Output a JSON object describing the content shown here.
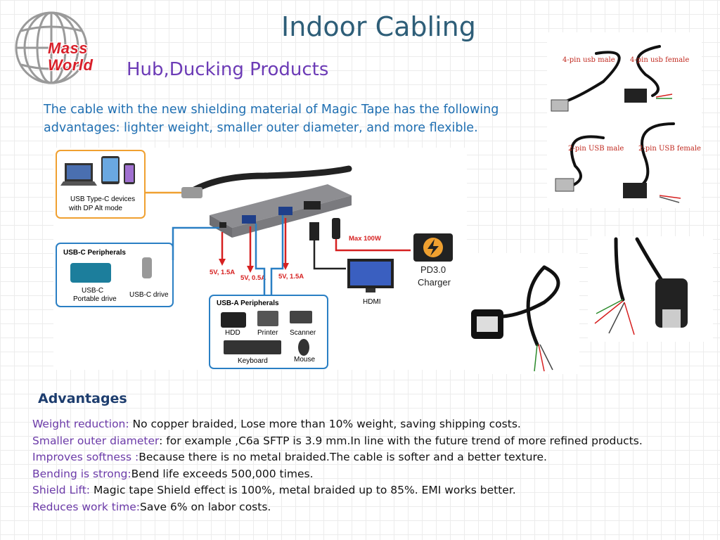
{
  "slide": {
    "title": "Indoor Cabling",
    "subtitle": "Hub,Ducking Products",
    "intro": "The cable with the new shielding material of Magic Tape has the following advantages: lighter weight, smaller outer diameter, and more flexible."
  },
  "logo": {
    "line1": "Mass",
    "line2": "World"
  },
  "diagram": {
    "usbc_devices": [
      "USB Type-C devices",
      "with DP Alt mode"
    ],
    "usbc_peripherals": "USB-C Peripherals",
    "usbc_portable": [
      "USB-C",
      "Portable drive"
    ],
    "usbc_drive": "USB-C drive",
    "usba_peripherals": "USB-A Peripherals",
    "hdd": "HDD",
    "printer": "Printer",
    "scanner": "Scanner",
    "keyboard": "Keyboard",
    "mouse": "Mouse",
    "hdmi": "HDMI",
    "charger": [
      "PD3.0",
      "Charger"
    ],
    "max_power": "Max 100W",
    "port1": "5V, 1.5A",
    "port2": "5V, 0.5A",
    "port3": "5V, 1.5A",
    "colors": {
      "orange": "#f0a030",
      "blue": "#2a7fc4",
      "red": "#d62020"
    }
  },
  "photos": {
    "pin4_male": "4-pin usb male",
    "pin4_female": "4-pin usb female",
    "pin2_male": "2-pin USB male",
    "pin2_female": "2-pin USB female"
  },
  "advantages": {
    "heading": "Advantages",
    "items": [
      {
        "key": "Weight reduction: ",
        "text": "No copper braided, Lose more than 10% weight, saving  shipping costs."
      },
      {
        "key": "Smaller outer diameter",
        "text": ": for example ,C6a SFTP is 3.9 mm.In line with the future trend of more refined products."
      },
      {
        "key": "Improves softness :",
        "text": "Because there is no metal braided.The cable is softer and a better texture."
      },
      {
        "key": "Bending is strong:",
        "text": "Bend life exceeds 500,000 times."
      },
      {
        "key": "Shield Lift: ",
        "text": "Magic tape Shield effect is 100%, metal braided up to 85%. EMI works better."
      },
      {
        "key": "Reduces work time:",
        "text": "Save 6% on labor costs."
      }
    ]
  }
}
